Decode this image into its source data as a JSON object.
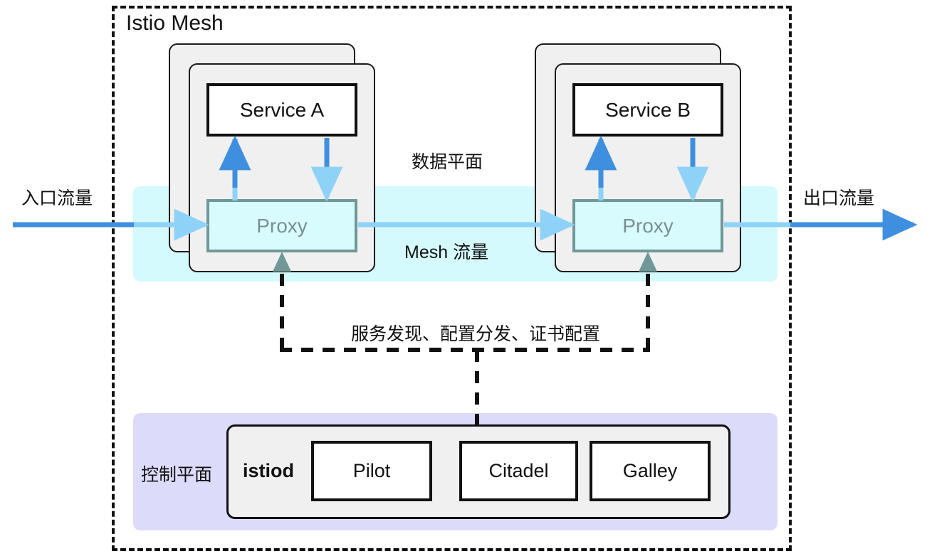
{
  "diagram": {
    "mesh_title": "Istio Mesh",
    "labels": {
      "ingress_traffic": "入口流量",
      "egress_traffic": "出口流量",
      "data_plane": "数据平面",
      "mesh_traffic": "Mesh 流量",
      "control_plane": "控制平面",
      "sync_channel": "服务发现、配置分发、证书配置"
    },
    "pods": [
      {
        "service_label": "Service A",
        "proxy_label": "Proxy"
      },
      {
        "service_label": "Service B",
        "proxy_label": "Proxy"
      }
    ],
    "control_plane": {
      "istiod_label": "istiod",
      "components": [
        "Pilot",
        "Citadel",
        "Galley"
      ]
    },
    "colors": {
      "mesh_border": "#111111",
      "data_plane_band": "#d4fafd",
      "control_plane_panel": "#dcdcfa",
      "pod_fill": "#f0f0f0",
      "proxy_border": "#6f9897",
      "proxy_text": "#7d8f90",
      "traffic_blue": "#3f8fe0",
      "mesh_traffic_blue": "#8ed2f8",
      "istiod_card": "#f0f0f0"
    }
  }
}
